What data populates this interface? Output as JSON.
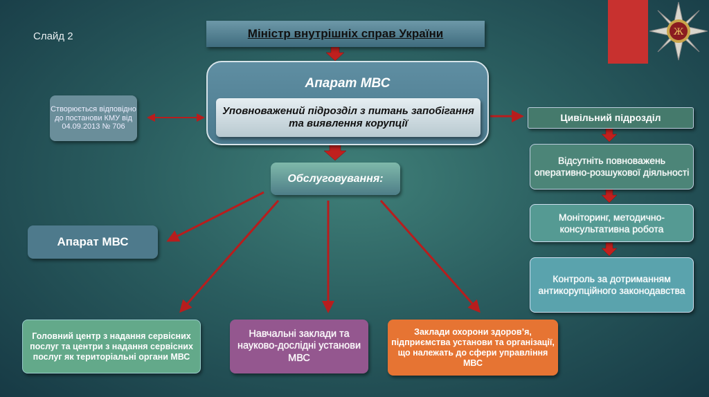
{
  "slide_label": "Слайд 2",
  "minister": "Міністр внутрішніх справ України",
  "aparat_title": "Апарат МВС",
  "authorized_unit": "Уповноважений підрозділ з питань запобігання та виявлення корупції",
  "note": "Створюється відповідно до постанови КМУ від 04.09.2013 № 706",
  "right_chain": [
    "Цивільний підрозділ",
    "Відсутніть повноважень оперативно-розшукової діяльності",
    "Моніторинг, методично-консультативна робота",
    "Контроль за дотриманням антикорупційного законодавства"
  ],
  "service": "Обслуговування:",
  "targets": {
    "aparat": "Апарат МВС",
    "service_centers": "Головний центр з надання сервісних послуг та центри з надання сервісних послуг як територіальні органи МВС",
    "education": "Навчальні заклади та науково-дослідні установи МВС",
    "health": "Заклади охорони здоров’я, підприємства установи та організації, що належать до сфери управління МВС"
  },
  "colors": {
    "arrow": "#b81d1d",
    "red_bar": "#c8312f"
  }
}
